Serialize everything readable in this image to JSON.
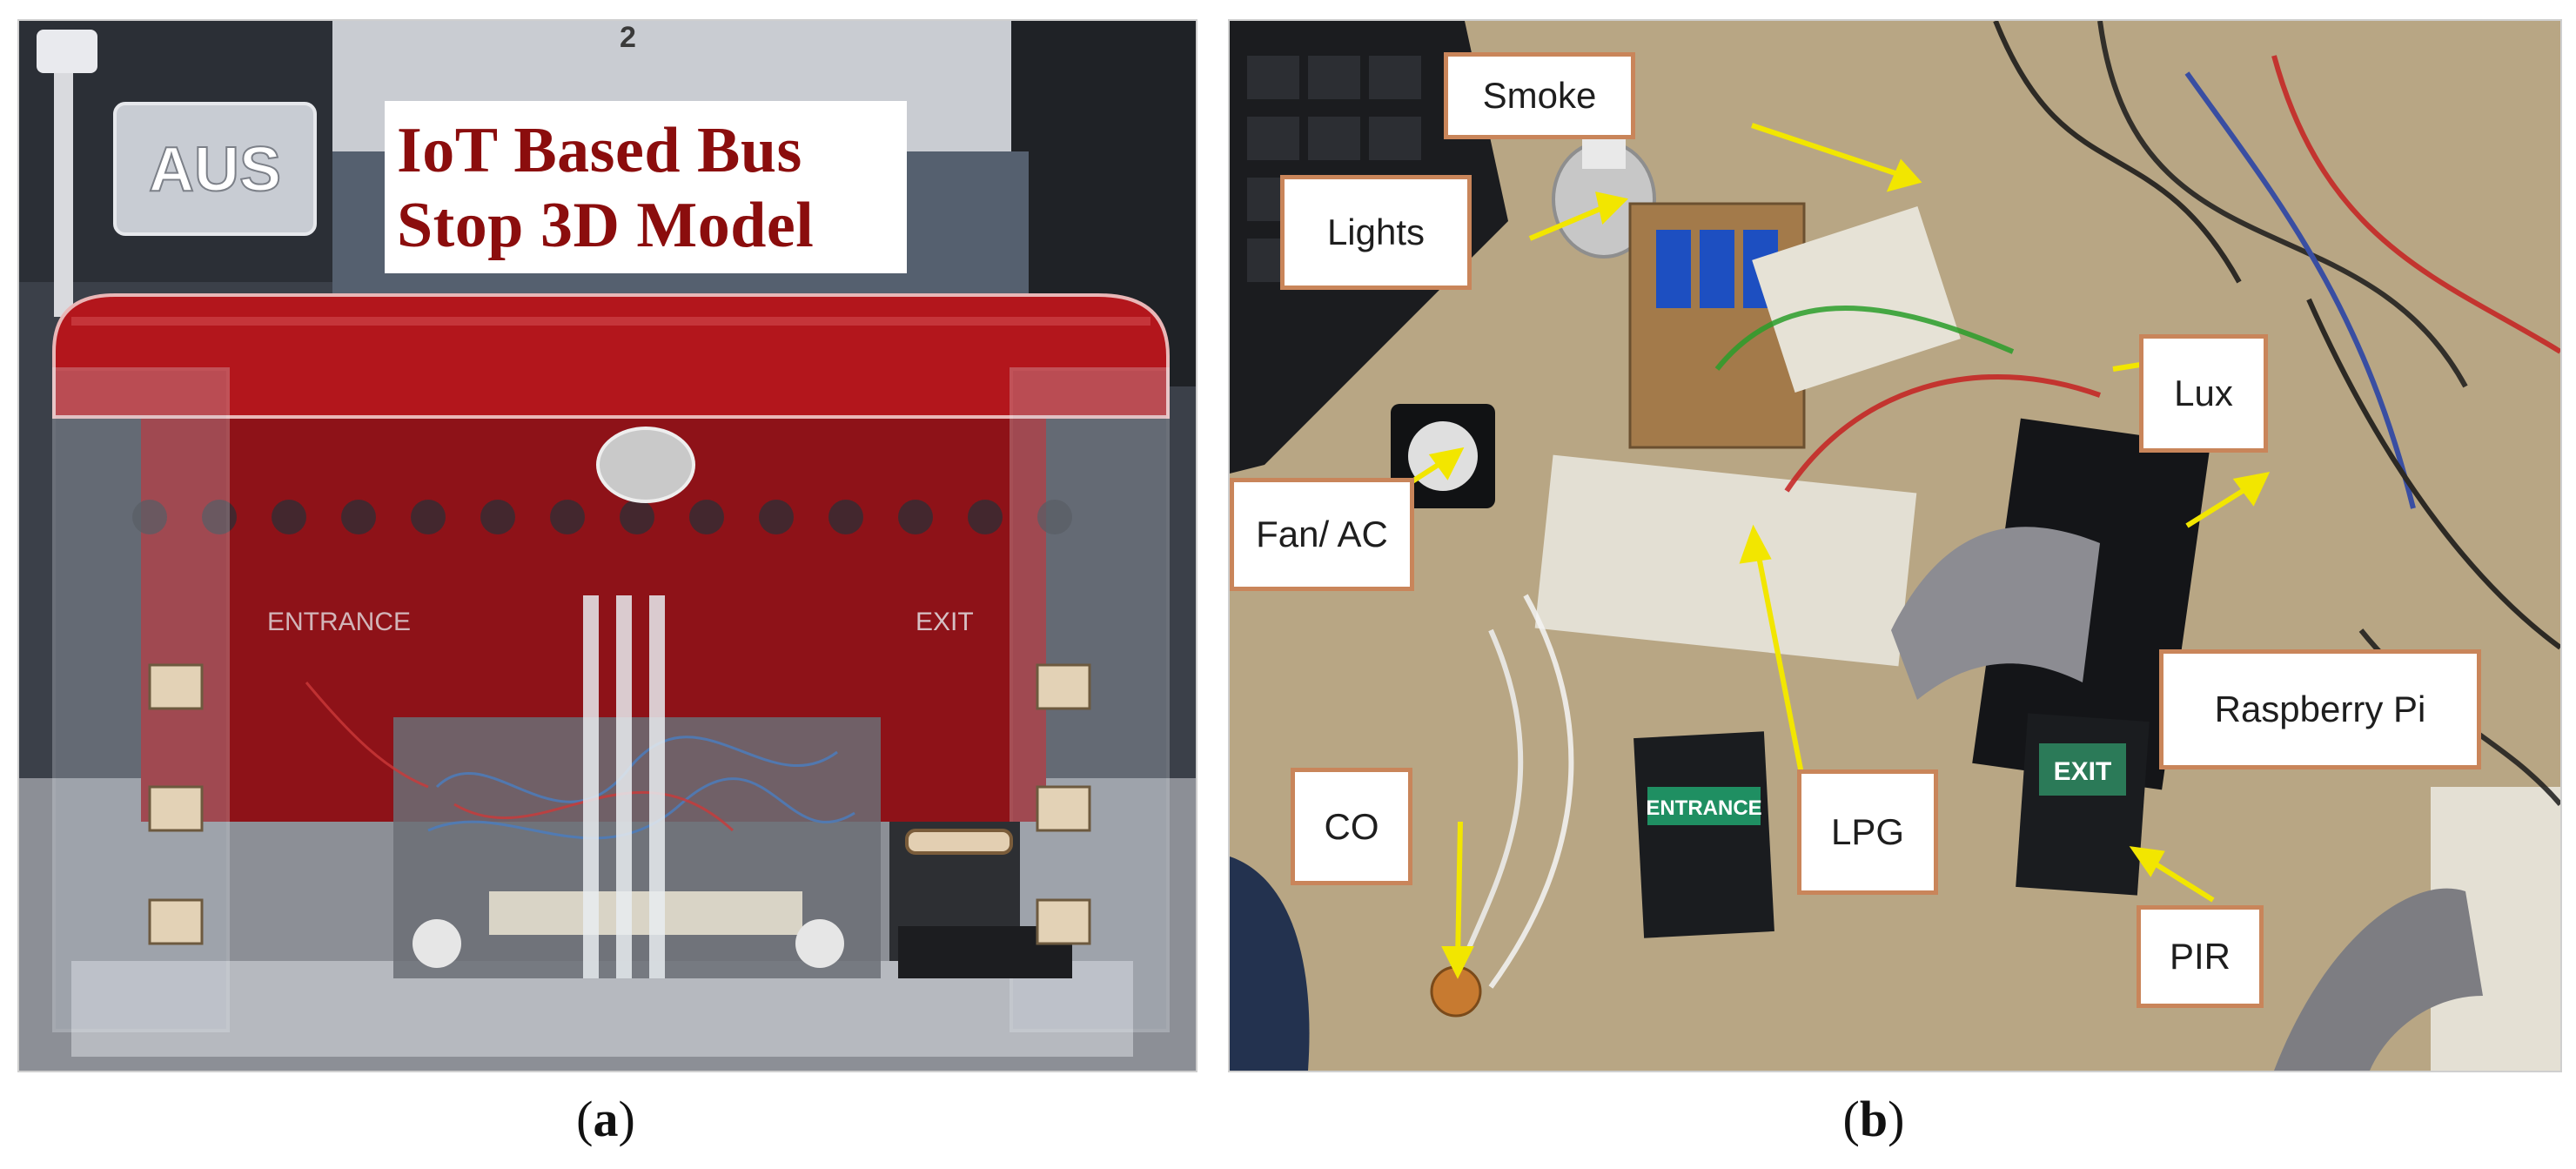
{
  "panels": {
    "a": {
      "caption_open": "(",
      "caption_letter": "a",
      "caption_close": ")",
      "title_line_1": "IoT Based Bus",
      "title_line_2": "Stop 3D Model",
      "sign_entrance": "ENTRANCE",
      "sign_exit": "EXIT",
      "sign_aus": "AUS",
      "partition_number": "2"
    },
    "b": {
      "caption_open": "(",
      "caption_letter": "b",
      "caption_close": ")",
      "labels": {
        "smoke": "Smoke",
        "lights": "Lights",
        "lux": "Lux",
        "fan": "Fan/ AC",
        "raspberry": "Raspberry Pi",
        "co": "CO",
        "lpg": "LPG",
        "pir": "PIR"
      },
      "box_entrance": "ENTRANCE",
      "box_exit": "EXIT"
    }
  },
  "colors": {
    "title_text": "#8b0d0d",
    "label_border": "#c9855a",
    "arrow": "#f2e600",
    "roof_red": "#b3161c"
  }
}
